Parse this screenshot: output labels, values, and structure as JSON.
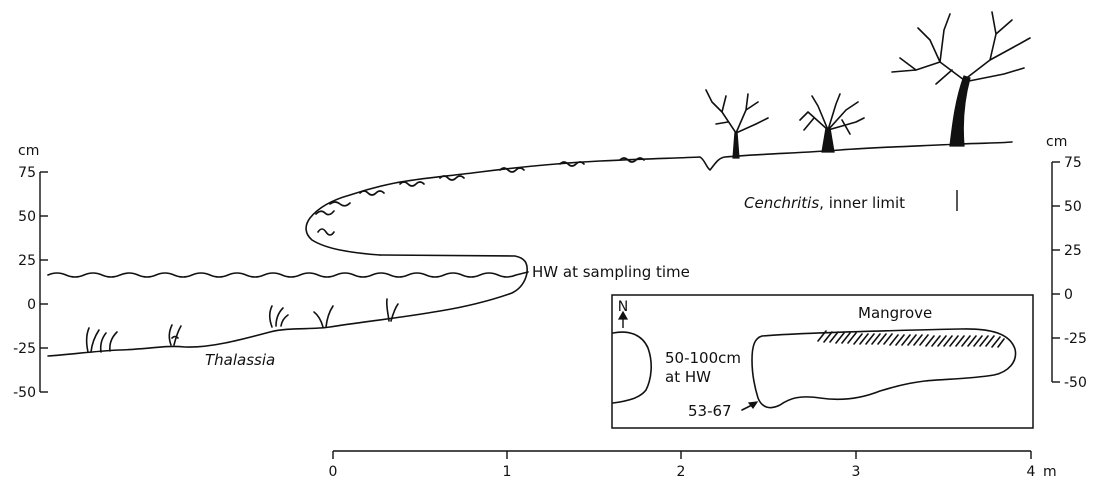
{
  "left_axis": {
    "unit": "cm",
    "ticks": [
      "75",
      "50",
      "25",
      "0",
      "-25",
      "-50"
    ]
  },
  "right_axis": {
    "unit": "cm",
    "ticks": [
      "75",
      "50",
      "25",
      "0",
      "-25",
      "-50"
    ]
  },
  "bottom_axis": {
    "ticks": [
      "0",
      "1",
      "2",
      "3",
      "4"
    ],
    "unit": "m"
  },
  "labels": {
    "hw_sampling": "HW at sampling time",
    "thalassia": "Thalassia",
    "cenchritis_name": "Cenchritis",
    "cenchritis_rest": ", inner limit"
  },
  "inset": {
    "north": "N",
    "mangrove": "Mangrove",
    "depth_line1": "50-100cm",
    "depth_line2": "at HW",
    "depth_label": "53-67"
  }
}
